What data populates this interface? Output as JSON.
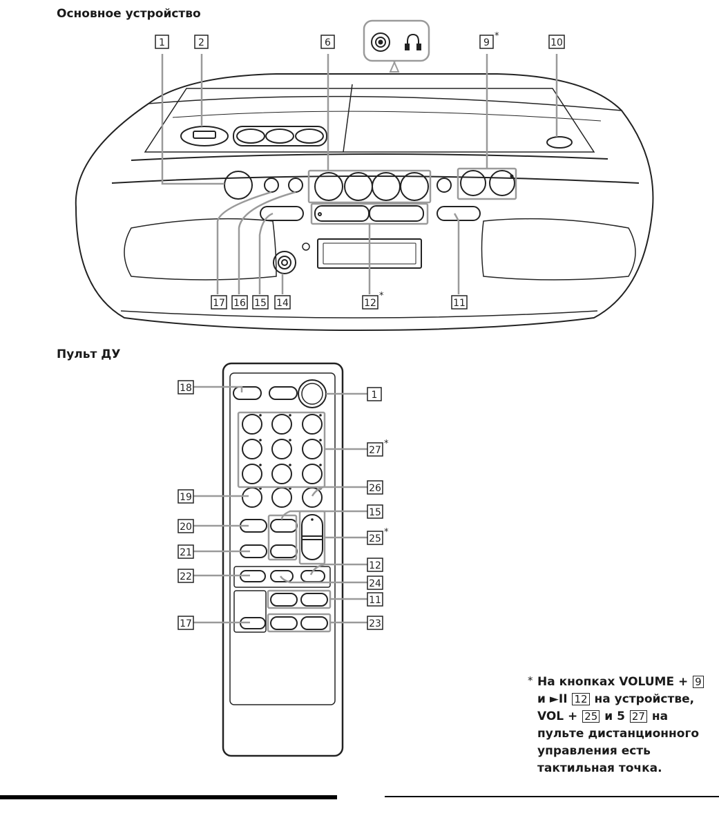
{
  "sections": {
    "main_unit_title": "Основное устройство",
    "remote_title": "Пульт ДУ"
  },
  "callouts_main": [
    "1",
    "2",
    "6",
    "9",
    "10",
    "17",
    "16",
    "15",
    "14",
    "12",
    "11"
  ],
  "callouts_remote": [
    "18",
    "1",
    "27",
    "19",
    "26",
    "15",
    "20",
    "25",
    "21",
    "12",
    "22",
    "24",
    "11",
    "17",
    "23"
  ],
  "asterisk": "*",
  "footnote": {
    "t1": "На кнопках VOLUME + ",
    "n1": "9",
    "t2": " и ►II ",
    "n2": "12",
    "t3": " на устройстве, VOL + ",
    "n3": "25",
    "t4": " и 5 ",
    "n4": "27",
    "t5": " на пульте дистанционного управления есть тактильная точка."
  },
  "icons": [
    "headphone-jack-icon",
    "headphones-icon"
  ],
  "colors": {
    "line": "#222222",
    "leader": "#999999",
    "highlight": "#9a9a9a"
  }
}
